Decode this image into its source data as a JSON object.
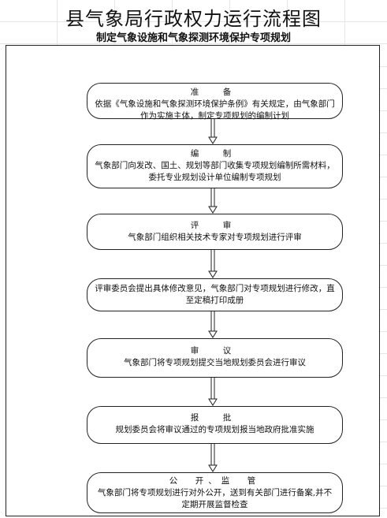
{
  "header": {
    "title": "县气象局行政权力运行流程图",
    "subtitle": "制定气象设施和气象探测环境保护专项规划"
  },
  "steps": [
    {
      "title": "准　备",
      "text": "依据《气象设施和气象探测环境保护条例》有关规定，由气象部门作为实施主体，制定专项规划的编制计划"
    },
    {
      "title": "编　制",
      "text": "气象部门向发改、国土、规划等部门收集专项规划编制所需材料，委托专业规划设计单位编制专项规划"
    },
    {
      "title": "评　审",
      "text": "气象部门组织相关技术专家对专项规划进行评审"
    },
    {
      "title": "",
      "text": "评审委员会提出具体修改意见，气象部门对专项规划进行修改，直至定稿打印成册"
    },
    {
      "title": "审　议",
      "text": "气象部门将专项规划提交当地规划委员会进行审议"
    },
    {
      "title": "报　批",
      "text": "规划委员会将审议通过的专项规划报当地政府批准实施"
    },
    {
      "title": "公　开、监　管",
      "text": "气象部门将专项规划进行对外公开，送到有关部门进行备案,并不定期开展监督检查"
    }
  ]
}
